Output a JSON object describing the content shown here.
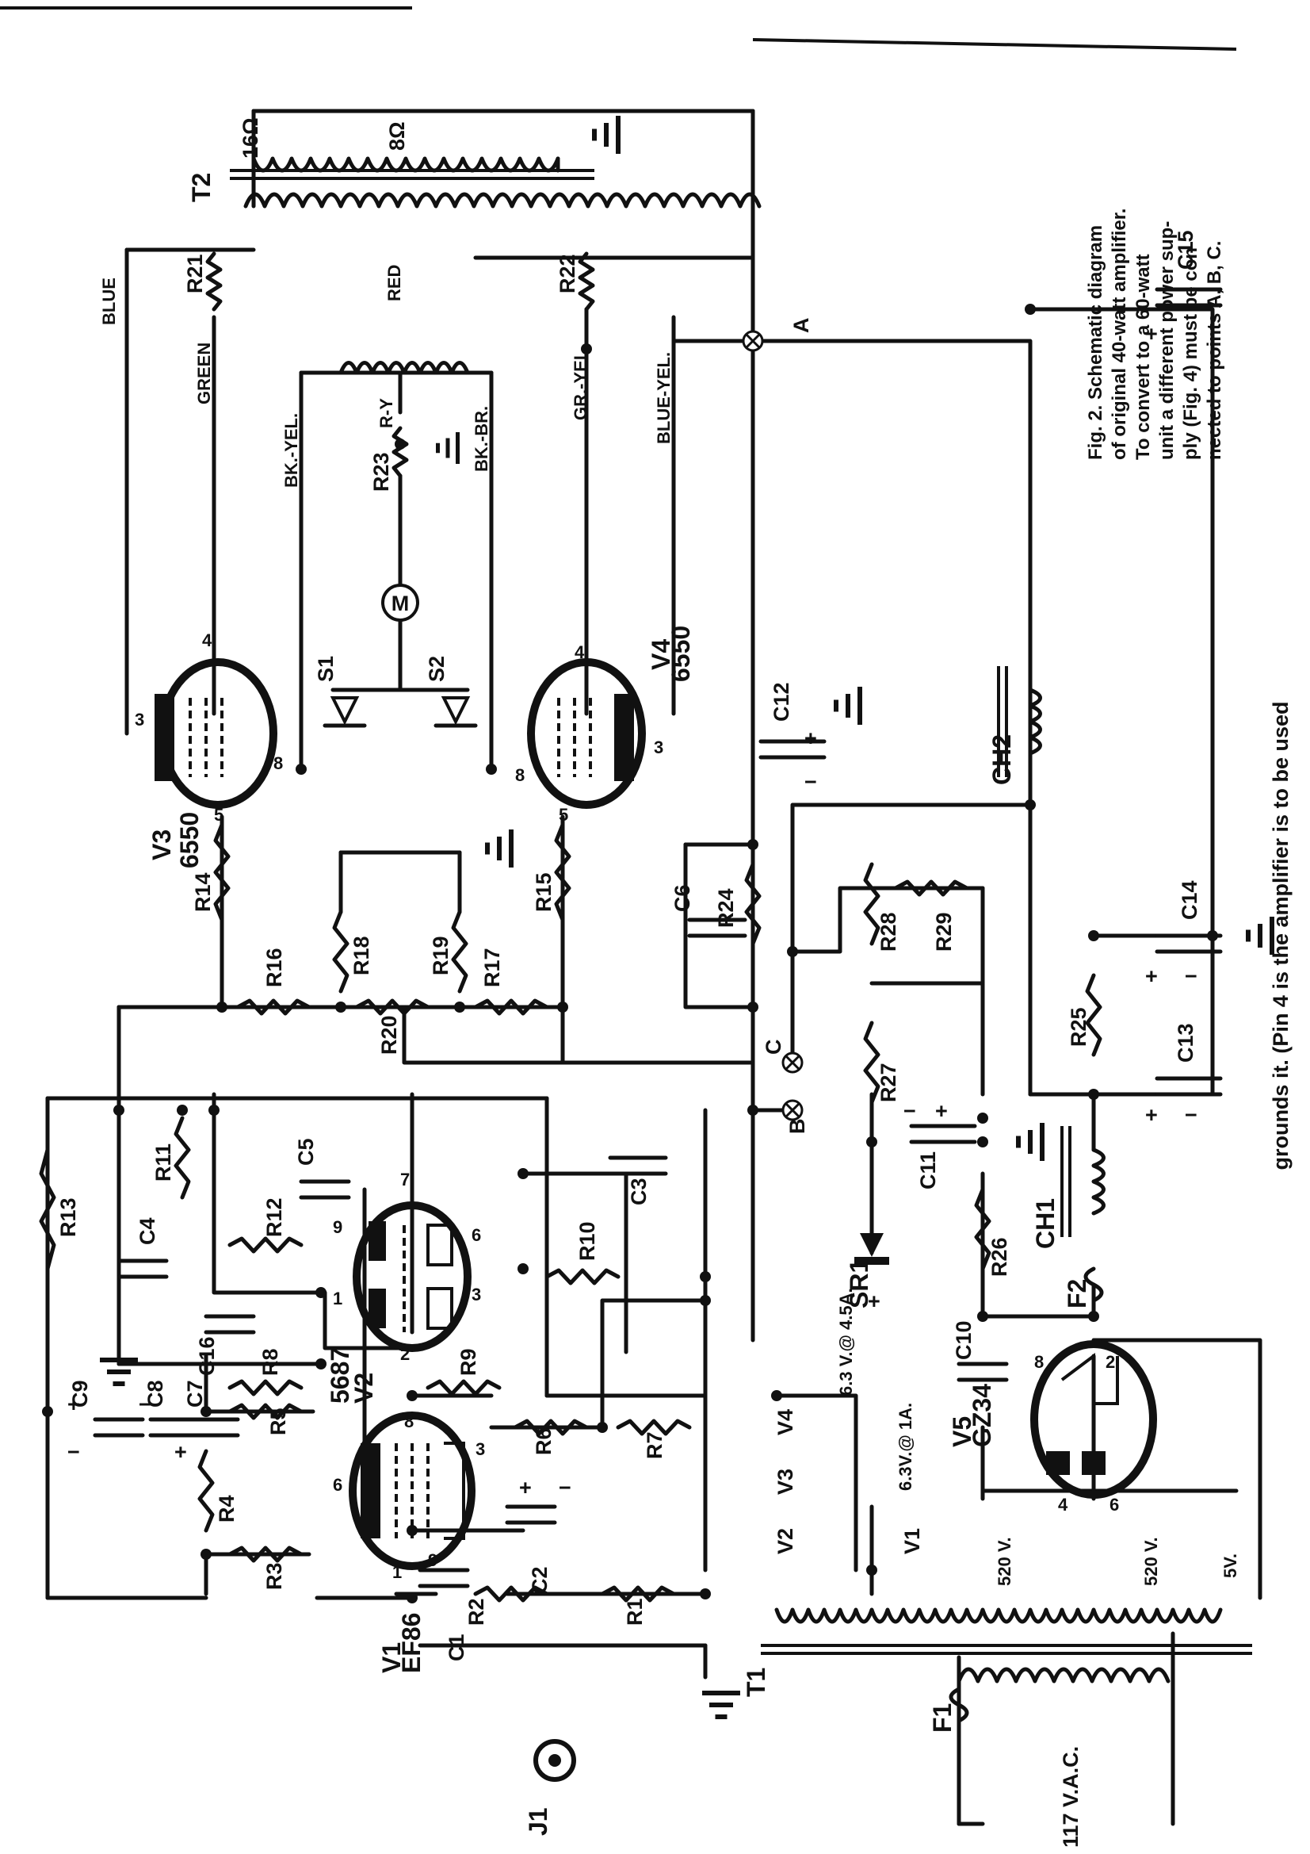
{
  "header": {
    "text": "grounds it. (Pin 4 is the amplifier is to be used"
  },
  "caption": {
    "lines": [
      "Fig. 2. Schematic diagram",
      "of original 40-watt amplifier.",
      "To convert to a 60-watt",
      "unit a different power sup-",
      "ply (Fig. 4) must be con-",
      "nected to points A, B, C."
    ]
  },
  "tubes": {
    "v1_name": "V1",
    "v1_type": "EF86",
    "v2_name": "V2",
    "v2_type": "5687",
    "v3_name": "V3",
    "v3_type": "6550",
    "v4_name": "V4",
    "v4_type": "6550",
    "v5_name": "V5",
    "v5_type": "GZ34"
  },
  "pins": {
    "p1": "1",
    "p2": "2",
    "p3": "3",
    "p4": "4",
    "p5": "5",
    "p6": "6",
    "p7": "7",
    "p8": "8",
    "p9": "9"
  },
  "resistors": {
    "r1": "R1",
    "r2": "R2",
    "r3": "R3",
    "r4": "R4",
    "r5": "R5",
    "r6": "R6",
    "r7": "R7",
    "r8": "R8",
    "r9": "R9",
    "r10": "R10",
    "r11": "R11",
    "r12": "R12",
    "r13": "R13",
    "r14": "R14",
    "r15": "R15",
    "r16": "R16",
    "r17": "R17",
    "r18": "R18",
    "r19": "R19",
    "r20": "R20",
    "r21": "R21",
    "r22": "R22",
    "r23": "R23",
    "r24": "R24",
    "r25": "R25",
    "r26": "R26",
    "r27": "R27",
    "r28": "R28",
    "r29": "R29"
  },
  "capacitors": {
    "c1": "C1",
    "c2": "C2",
    "c3": "C3",
    "c4": "C4",
    "c5": "C5",
    "c6": "C6",
    "c7": "C7",
    "c8": "C8",
    "c9": "C9",
    "c10": "C10",
    "c11": "C11",
    "c12": "C12",
    "c13": "C13",
    "c14": "C14",
    "c15": "C15",
    "c16": "C16"
  },
  "components": {
    "t1": "T1",
    "t2": "T2",
    "ch1": "CH1",
    "ch2": "CH2",
    "f1": "F1",
    "f2": "F2",
    "sr1": "SR1",
    "j1": "J1",
    "s1": "S1",
    "s2": "S2",
    "meter": "M"
  },
  "points": {
    "a": "A",
    "b": "B",
    "c": "C"
  },
  "wire_colors": {
    "blue": "BLUE",
    "green": "GREEN",
    "red": "RED",
    "gr_yel": "GR.-YEL.",
    "blue_yel": "BLUE-YEL.",
    "bk_yel": "BK.-YEL.",
    "bk_br": "BK.-BR.",
    "r_y": "R-Y"
  },
  "output_taps": {
    "ohm16": "16Ω",
    "ohm8": "8Ω"
  },
  "supply": {
    "heater_v4_v3_v2": "6.3 V.@ 4.5A.",
    "heater_v1": "6.3V.@ 1A.",
    "hv_left": "520 V.",
    "hv_right": "520 V.",
    "rect_fil": "5V.",
    "mains": "117 V.A.C."
  },
  "polarity": {
    "plus": "+",
    "minus": "−"
  }
}
